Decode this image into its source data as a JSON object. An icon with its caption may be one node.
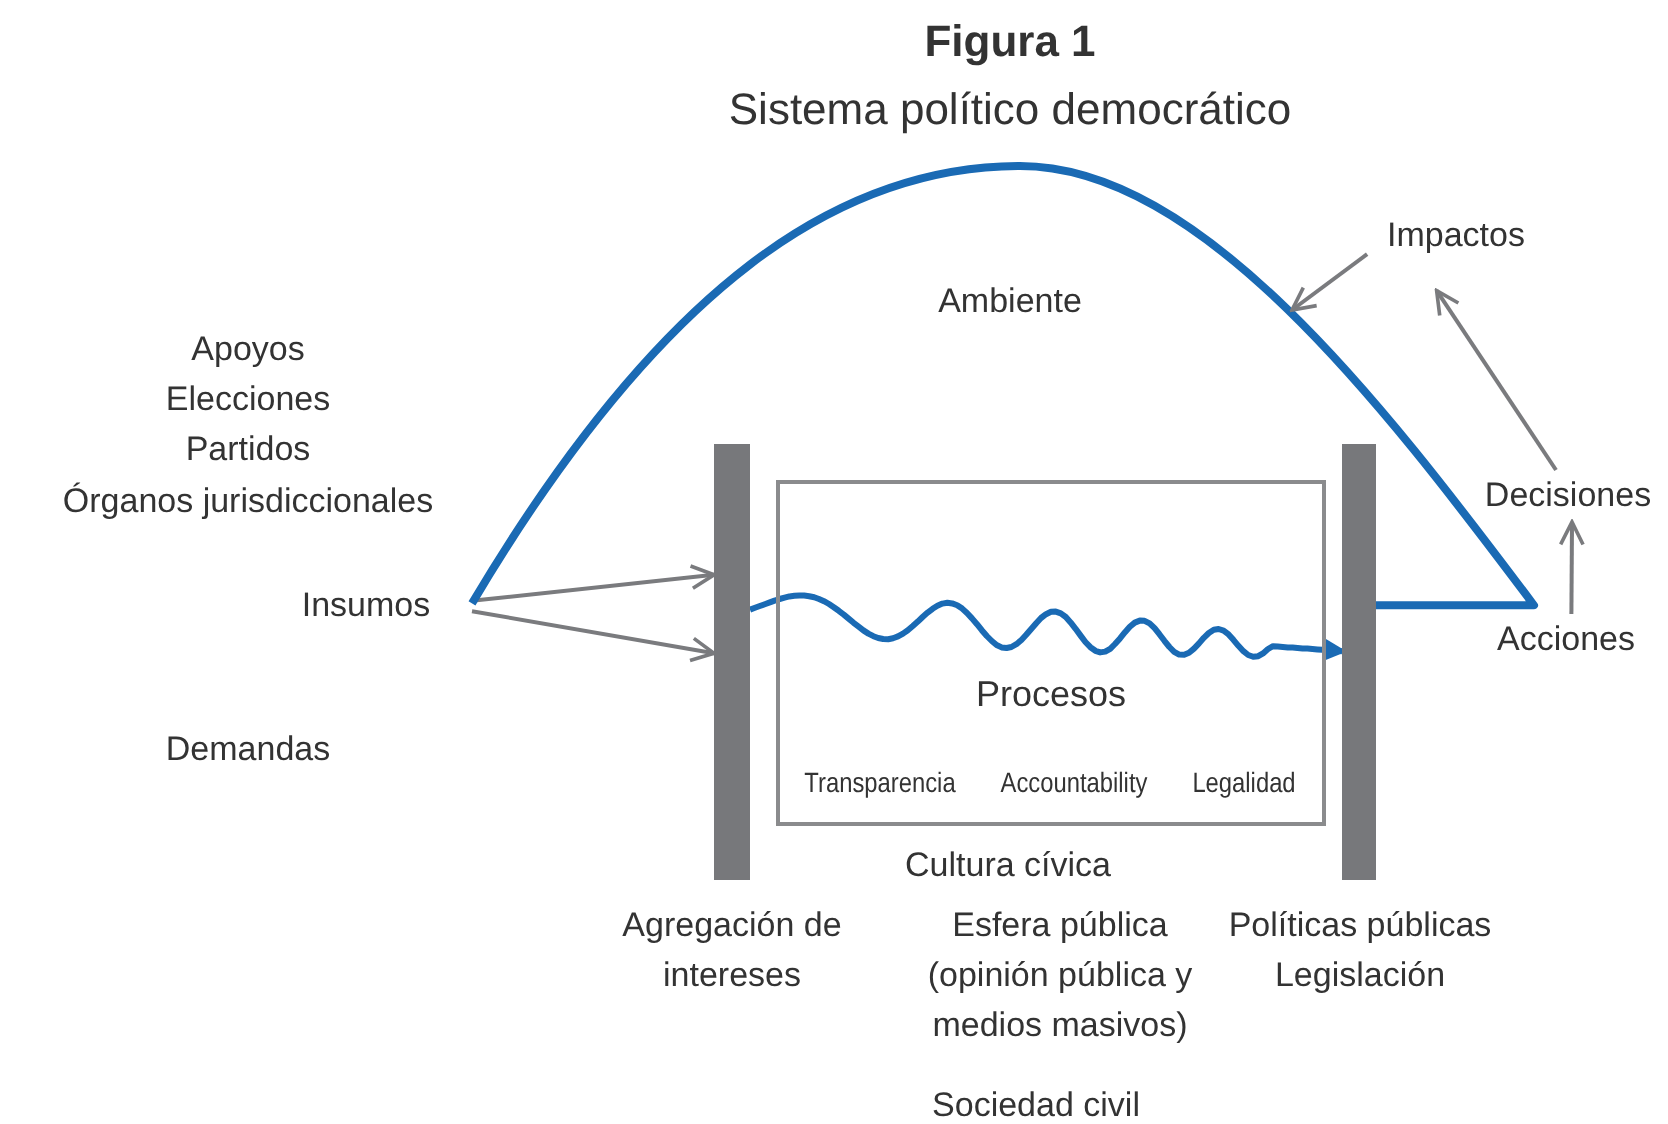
{
  "diagram": {
    "title": "Figura 1",
    "caption": "Sistema político democrático",
    "nodes": [
      {
        "text": [
          "Insumos"
        ]
      },
      {
        "text": [
          "Agregación de intereses"
        ]
      },
      {
        "text": [
          "Procesos"
        ]
      },
      {
        "text": [
          "Políticas públicas Legislación"
        ]
      },
      {
        "text": [
          "Acciones"
        ]
      },
      {
        "text": [
          "Decisiones"
        ]
      },
      {
        "text": [
          "Impactos"
        ]
      }
    ],
    "edges": [
      {
        "from": 0,
        "to": 1,
        "arrow": "to"
      },
      {
        "from": 0,
        "to": 1,
        "arrow": "to"
      },
      {
        "from": 1,
        "to": 3,
        "arrow": "to",
        "color": "#1a6ab4"
      },
      {
        "from": 0,
        "to": 3,
        "arrow": "none",
        "style": "thick",
        "color": "#1a6ab4"
      },
      {
        "from": 4,
        "to": 5,
        "arrow": "to"
      },
      {
        "from": 5,
        "to": 6,
        "arrow": "to"
      },
      {
        "from": 6,
        "to": null,
        "arrow": "to"
      }
    ],
    "labels": [
      "Ambiente",
      "Apoyos",
      "Elecciones",
      "Partidos",
      "Órganos jurisdiccionales",
      "Demandas",
      "Transparencia",
      "Accountability",
      "Legalidad",
      "Cultura cívica",
      "Esfera pública (opinión pública y medios masivos)",
      "Sociedad civil"
    ]
  }
}
